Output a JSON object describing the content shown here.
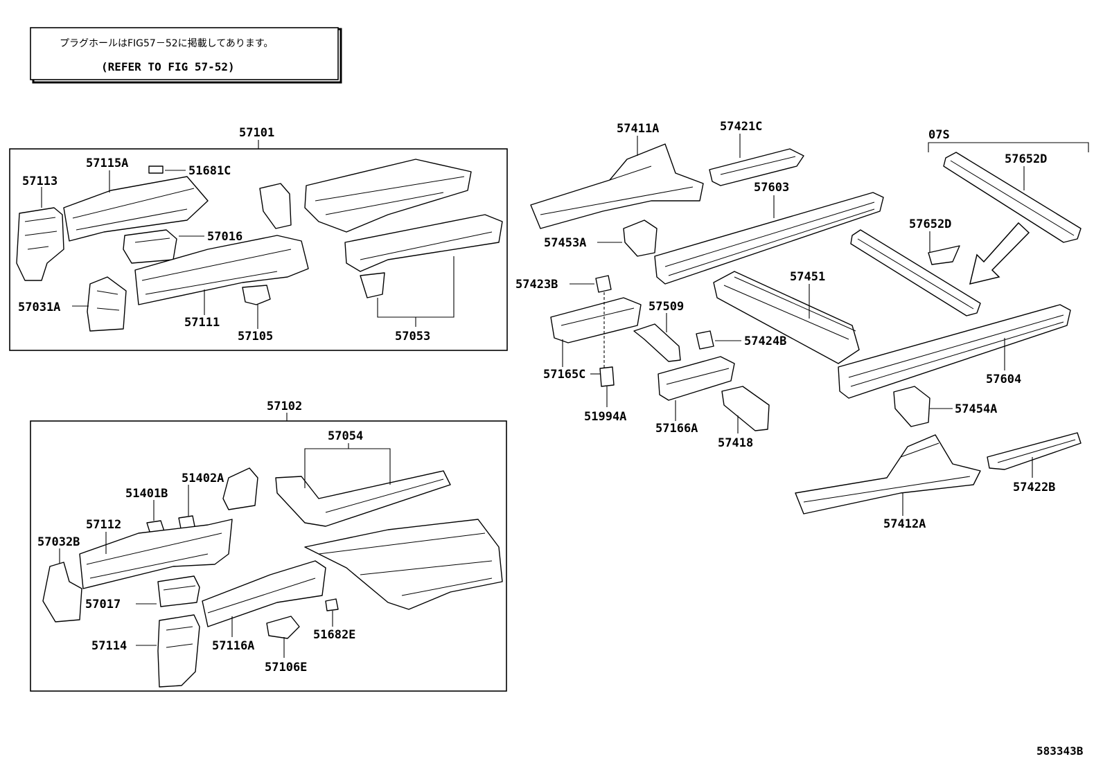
{
  "note": {
    "japanese": "プラグホールはFIG57－52に掲載してあります。",
    "english": "(REFER TO FIG 57-52)"
  },
  "groups": {
    "upper": "57101",
    "lower": "57102",
    "vehicle_code": "07S"
  },
  "parts": {
    "p57113": "57113",
    "p57115A": "57115A",
    "p51681C": "51681C",
    "p57016": "57016",
    "p57031A": "57031A",
    "p57111": "57111",
    "p57105": "57105",
    "p57053": "57053",
    "p57054": "57054",
    "p51402A": "51402A",
    "p51401B": "51401B",
    "p57112": "57112",
    "p57032B": "57032B",
    "p57017": "57017",
    "p57114": "57114",
    "p57116A": "57116A",
    "p57106E": "57106E",
    "p51682E": "51682E",
    "p57411A": "57411A",
    "p57421C": "57421C",
    "p57603": "57603",
    "p57453A": "57453A",
    "p57423B": "57423B",
    "p57509": "57509",
    "p57451": "57451",
    "p57424B": "57424B",
    "p57165C": "57165C",
    "p51994A": "51994A",
    "p57166A": "57166A",
    "p57418": "57418",
    "p57604": "57604",
    "p57454A": "57454A",
    "p57652D_top": "57652D",
    "p57652D_mid": "57652D",
    "p57412A": "57412A",
    "p57422B": "57422B"
  },
  "figure_id": "583343B"
}
